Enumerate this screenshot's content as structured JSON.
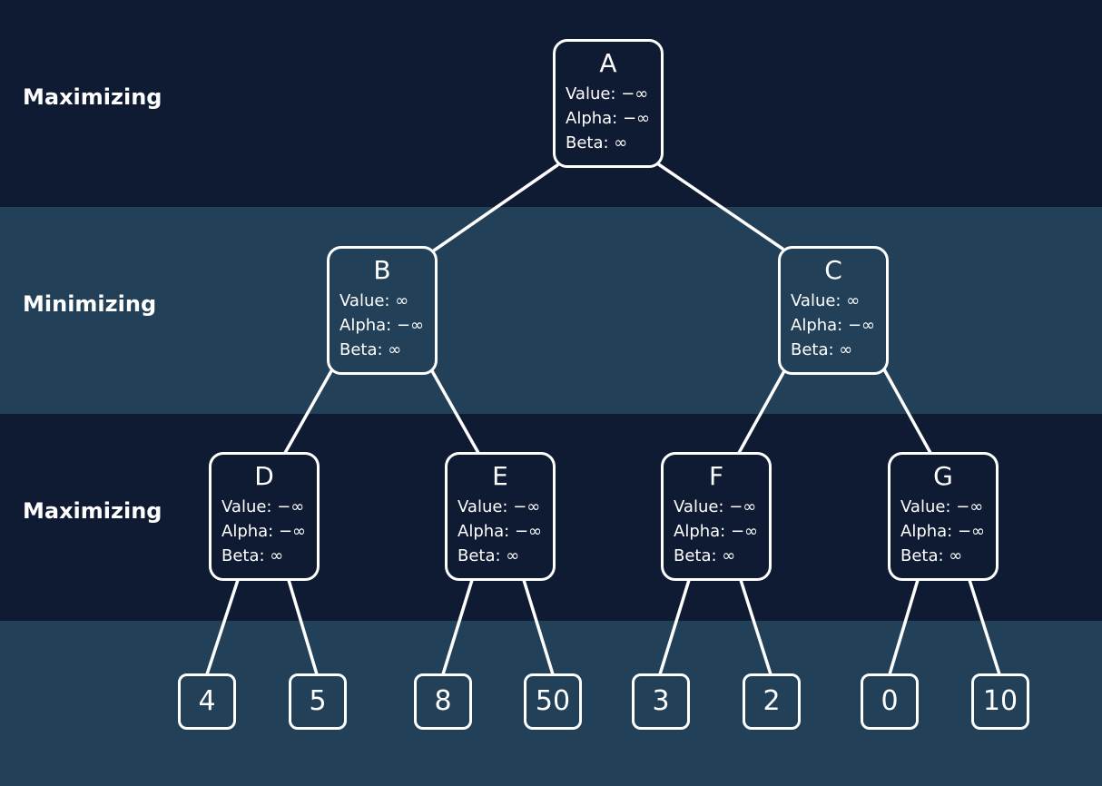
{
  "levels": [
    {
      "label": "Maximizing"
    },
    {
      "label": "Minimizing"
    },
    {
      "label": "Maximizing"
    },
    {
      "label": ""
    }
  ],
  "nodes": {
    "A": {
      "name": "A",
      "value": "Value: −∞",
      "alpha": "Alpha: −∞",
      "beta": "Beta: ∞"
    },
    "B": {
      "name": "B",
      "value": "Value: ∞",
      "alpha": "Alpha: −∞",
      "beta": "Beta: ∞"
    },
    "C": {
      "name": "C",
      "value": "Value: ∞",
      "alpha": "Alpha: −∞",
      "beta": "Beta: ∞"
    },
    "D": {
      "name": "D",
      "value": "Value: −∞",
      "alpha": "Alpha: −∞",
      "beta": "Beta: ∞"
    },
    "E": {
      "name": "E",
      "value": "Value: −∞",
      "alpha": "Alpha: −∞",
      "beta": "Beta: ∞"
    },
    "F": {
      "name": "F",
      "value": "Value: −∞",
      "alpha": "Alpha: −∞",
      "beta": "Beta: ∞"
    },
    "G": {
      "name": "G",
      "value": "Value: −∞",
      "alpha": "Alpha: −∞",
      "beta": "Beta: ∞"
    }
  },
  "leaves": [
    "4",
    "5",
    "8",
    "50",
    "3",
    "2",
    "0",
    "10"
  ],
  "colors": {
    "dark_band": "#0f1a33",
    "light_band": "#224057",
    "stroke": "#ffffff",
    "text": "#ffffff"
  }
}
